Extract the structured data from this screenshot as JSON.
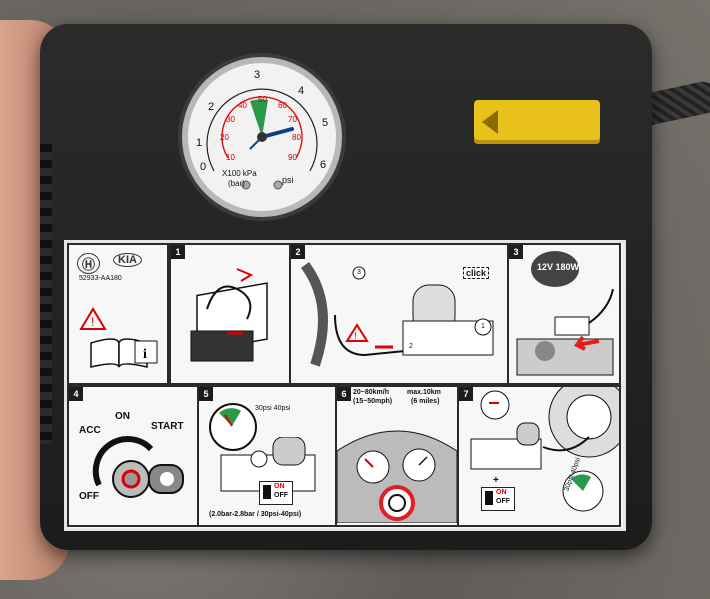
{
  "gauge": {
    "scale_bar": [
      "0",
      "1",
      "2",
      "3",
      "4",
      "5",
      "6"
    ],
    "scale_psi": [
      "10",
      "20",
      "30",
      "40",
      "50",
      "60",
      "70",
      "80",
      "90"
    ],
    "unit_line1": "X100 kPa",
    "unit_line2": "(bar)",
    "unit_psi": "psi"
  },
  "label": {
    "logo_hyundai": "Ⓗ",
    "logo_kia": "KIA",
    "part_number": "52933-AA180",
    "step1": "1",
    "step2": "2",
    "step2_click": "click",
    "step2_badge1": "1",
    "step2_badge2": "2",
    "step2_badge3": "3",
    "step3": "3",
    "step3_socket": "12V 180W",
    "step4": "4",
    "step4_acc": "ACC",
    "step4_on": "ON",
    "step4_start": "START",
    "step4_off": "OFF",
    "step5": "5",
    "step5_range": "30psi  40psi",
    "step5_switch_on": "ON",
    "step5_switch_off": "OFF",
    "step5_caption": "(2.0bar-2.8bar / 30psi-40psi)",
    "step6": "6",
    "step6_speed": "20~80km/h",
    "step6_speed2": "(15~50mph)",
    "step6_max": "max.10km",
    "step6_max2": "(6 miles)",
    "step7": "7",
    "step7_switch_plus": "+",
    "step7_switch_on": "ON",
    "step7_switch_off": "OFF",
    "step7_range": "30psi  40psi"
  },
  "colors": {
    "device_body": "#1f1f1f",
    "connector": "#e8c21a",
    "gauge_green": "#2a9a48",
    "gauge_red": "#d11",
    "warning_red": "#e02020"
  }
}
